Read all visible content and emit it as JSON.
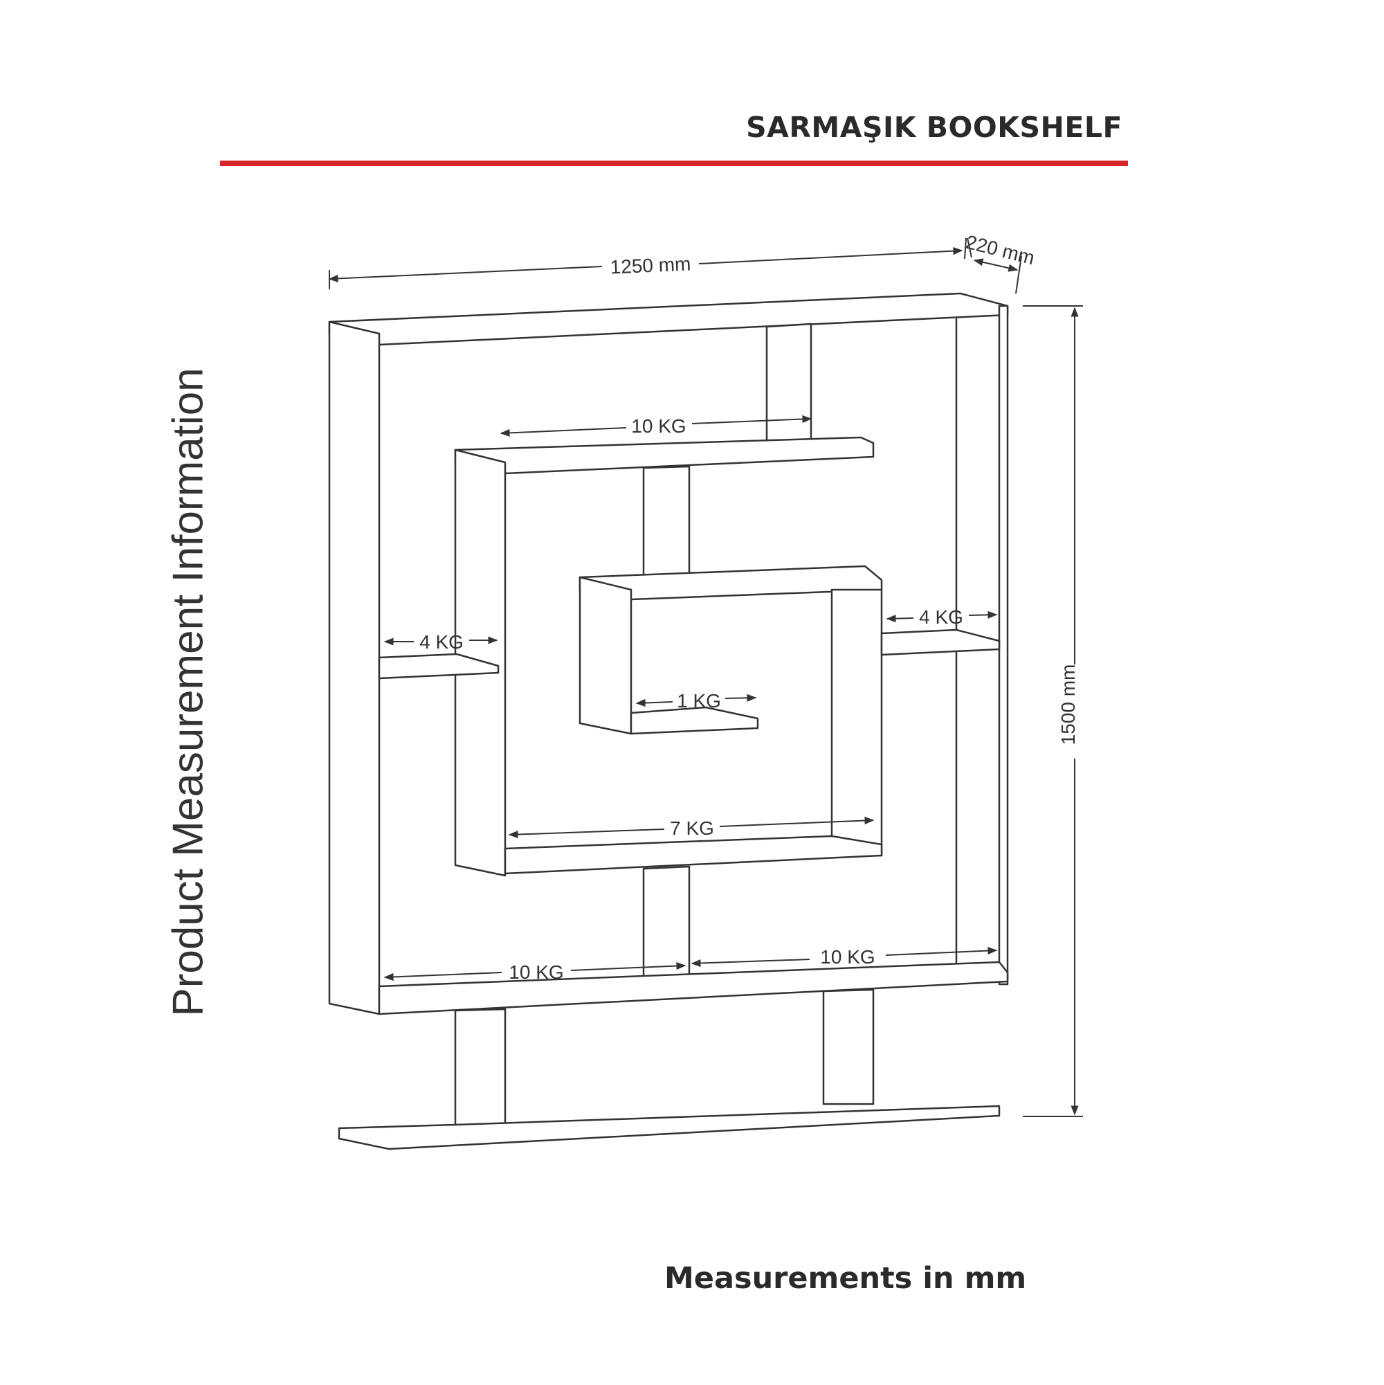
{
  "header": {
    "title": "SARMAŞIK BOOKSHELF",
    "accent_color": "#d9262b"
  },
  "side_title": "Product Measurement Information",
  "footer": "Measurements in mm",
  "dimensions": {
    "width": "1250 mm",
    "depth": "220 mm",
    "height": "1500 mm"
  },
  "loads": {
    "upper_shelf": "10 KG",
    "left_shelf": "4 KG",
    "right_shelf": "4 KG",
    "inner_shelf": "1 KG",
    "middle_shelf": "7 KG",
    "bottom_left": "10 KG",
    "bottom_right": "10 KG"
  }
}
